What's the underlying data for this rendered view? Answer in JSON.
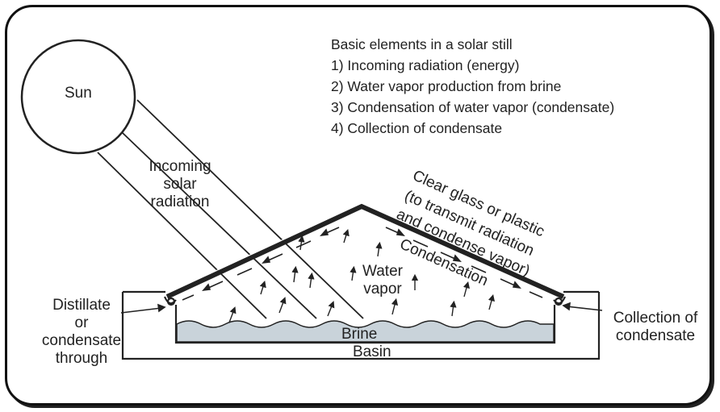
{
  "legend": {
    "title": "Basic elements in a solar still",
    "items": [
      "1) Incoming radiation (energy)",
      "2) Water vapor production from brine",
      "3) Condensation of water vapor (condensate)",
      "4) Collection of condensate"
    ]
  },
  "labels": {
    "sun": "Sun",
    "incoming": [
      "Incoming",
      "solar",
      "radiation"
    ],
    "glass": [
      "Clear glass or plastic",
      "(to transmit radiation",
      "and condense vapor)"
    ],
    "condensation": "Condensation",
    "water_vapor": [
      "Water",
      "vapor"
    ],
    "distillate": [
      "Distillate",
      "or",
      "condensate",
      "through"
    ],
    "collection": [
      "Collection of",
      "condensate"
    ],
    "brine": "Brine",
    "basin": "Basin"
  },
  "colors": {
    "stroke": "#222222",
    "brine_fill": "#c9d3da"
  }
}
